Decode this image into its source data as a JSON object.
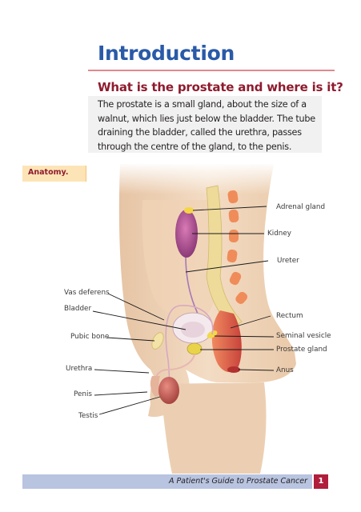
{
  "heading": "Introduction",
  "section_title": "What is the prostate and where is it?",
  "intro_lines": [
    "The prostate is a small gland, about the size of a",
    "walnut, which lies just below the bladder. The tube",
    "draining the bladder, called the urethra, passes",
    "through the centre of the gland, to the penis."
  ],
  "figure_tab": "Anatomy.",
  "labels": {
    "adrenal_gland": "Adrenal gland",
    "kidney": "Kidney",
    "ureter": "Ureter",
    "vas_deferens": "Vas deferens",
    "bladder": "Bladder",
    "rectum": "Rectum",
    "seminal_vesicle": "Seminal vesicle",
    "pubic_bone": "Pubic bone",
    "prostate_gland": "Prostate gland",
    "urethra": "Urethra",
    "anus": "Anus",
    "penis": "Penis",
    "testis": "Testis"
  },
  "footer": {
    "text": "A Patient's Guide to Prostate Cancer",
    "page_number": "1"
  },
  "colors": {
    "heading": "#2a5aa8",
    "section_title": "#8e1b2e",
    "rule": "#e2888e",
    "footer_bar": "#b8c4e0",
    "page_badge": "#b01e3c",
    "tab": "#fde4b6"
  }
}
